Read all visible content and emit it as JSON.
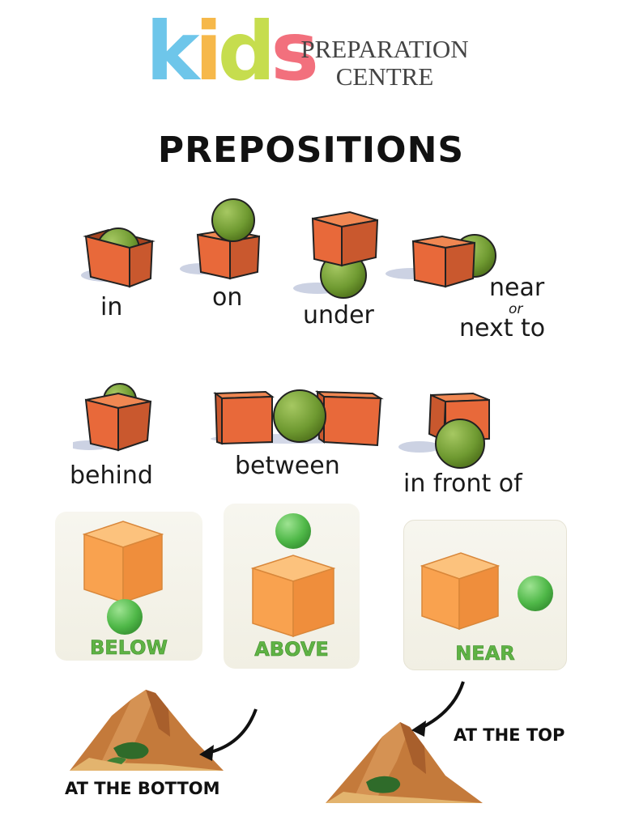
{
  "logo": {
    "letters": [
      {
        "char": "k",
        "color": "#6ec6ea"
      },
      {
        "char": "i",
        "color": "#f6b84a"
      },
      {
        "char": "d",
        "color": "#c6dd4e"
      },
      {
        "char": "s",
        "color": "#f2707d"
      }
    ],
    "sub_line1": "PREPARATION",
    "sub_line2": "CENTRE"
  },
  "title": "PREPOSITIONS",
  "row1": [
    {
      "label": "in"
    },
    {
      "label": "on"
    },
    {
      "label": "under"
    },
    {
      "label": "near",
      "connector": "or",
      "label2": "next to"
    }
  ],
  "row2": [
    {
      "label": "behind"
    },
    {
      "label": "between"
    },
    {
      "label": "in front of"
    }
  ],
  "panels": [
    {
      "label": "BELOW"
    },
    {
      "label": "ABOVE"
    },
    {
      "label": "NEAR"
    }
  ],
  "mountains": [
    {
      "label": "AT THE BOTTOM"
    },
    {
      "label": "AT THE TOP"
    }
  ],
  "colors": {
    "box": "#e8693a",
    "box_dark": "#c04f26",
    "ball": "#7aa33a",
    "panel_box": "#f9a24f",
    "panel_ball": "#5cc45a",
    "panel_label": "#5fb344"
  }
}
